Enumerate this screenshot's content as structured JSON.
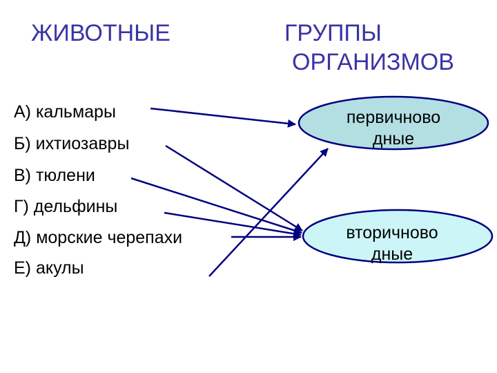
{
  "headers": {
    "animals": "ЖИВОТНЫЕ",
    "groups_line1": "ГРУППЫ",
    "groups_line2": "ОРГАНИЗМОВ"
  },
  "animals": [
    "А) кальмары",
    "Б) ихтиозавры",
    "В) тюлени",
    "Г) дельфины",
    "Д) морские черепахи",
    "Е) акулы"
  ],
  "groups": {
    "primary": {
      "line1": "первичново",
      "line2": "дные",
      "fill": "#b3dee2"
    },
    "secondary": {
      "line1": "вторичново",
      "line2": "дные",
      "fill": "#ccf5f7"
    }
  },
  "colors": {
    "title": "#3a33a3",
    "arrows": "#000080"
  }
}
